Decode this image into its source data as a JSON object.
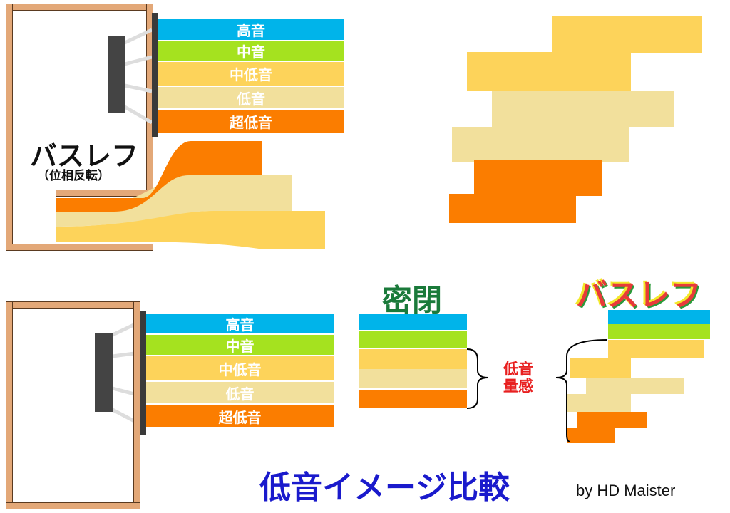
{
  "colors": {
    "high": "#00b4ea",
    "mid": "#a5e21f",
    "lowmid": "#fdd35a",
    "low": "#f2e09c",
    "sub": "#fb7d00",
    "wood": "#e3a878"
  },
  "bands": [
    "高音",
    "中音",
    "中低音",
    "低音",
    "超低音"
  ],
  "bassreflex_label": "バスレフ",
  "bassreflex_sub": "（位相反転）",
  "sealed_title": "密閉",
  "bassreflex_title": "バスレフ",
  "bass_volume_label": [
    "低音",
    "量感"
  ],
  "main_title": "低音イメージ比較",
  "credit": "by HD Maister"
}
